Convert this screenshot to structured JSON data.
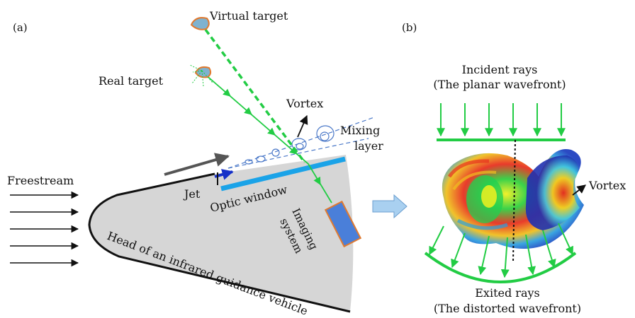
{
  "panels": {
    "a": {
      "label": "(a)",
      "virtual_target": "Virtual target",
      "real_target": "Real target",
      "vortex": "Vortex",
      "mixing_layer": [
        "Mixing",
        "layer"
      ],
      "freestream": "Freestream",
      "jet": "Jet",
      "optic_window": "Optic window",
      "imaging_system": [
        "Imaging",
        "system"
      ],
      "head": "Head of an infrared guidance vehicle"
    },
    "b": {
      "label": "(b)",
      "incident": [
        "Incident rays",
        "(The planar wavefront)"
      ],
      "vortex": "Vortex",
      "exited": [
        "Exited rays",
        "(The distorted wavefront)"
      ]
    }
  },
  "colors": {
    "ray_green": "#22cc44",
    "window_blue": "#1aa3e8",
    "jet_blue": "#1530c8",
    "target_fill": "#7fb2cf",
    "target_edge": "#e07a30",
    "vehicle_fill": "#d6d6d6",
    "imaging_fill": "#4a7fd9",
    "imaging_edge": "#e07a30",
    "mixing_dash": "#4a78c8",
    "big_arrow": "#a9d0f0"
  }
}
